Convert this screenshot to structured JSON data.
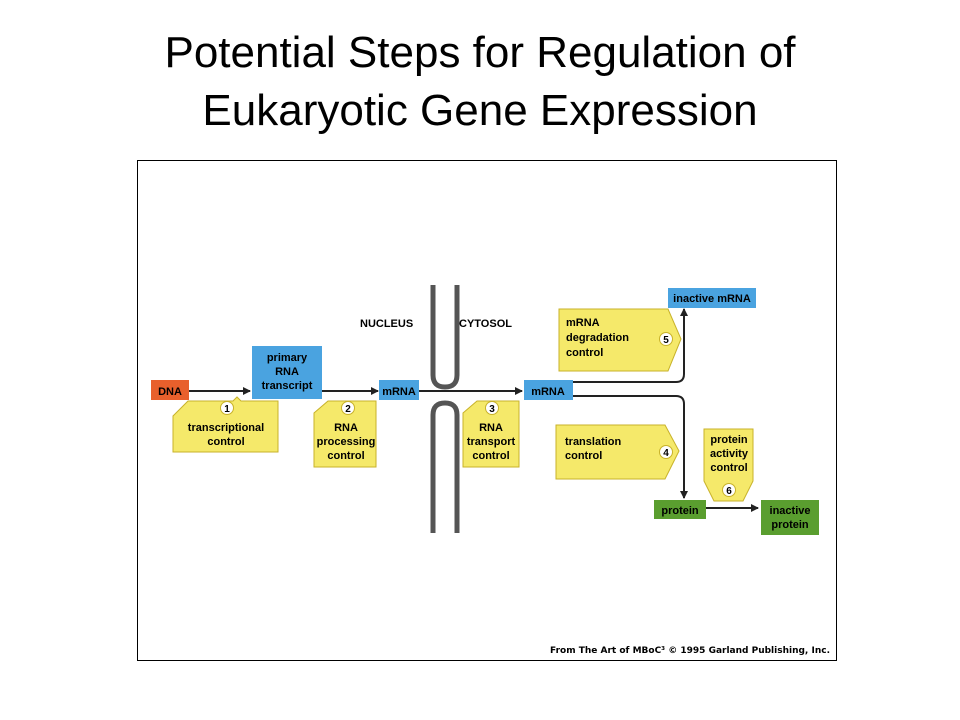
{
  "title_line1": "Potential Steps for Regulation of",
  "title_line2": "Eukaryotic Gene Expression",
  "credit": "From The Art of MBoC³ © 1995 Garland Publishing, Inc.",
  "compartments": {
    "nucleus": "NUCLEUS",
    "cytosol": "CYTOSOL"
  },
  "molecules": {
    "dna": "DNA",
    "primary_transcript": [
      "primary",
      "RNA",
      "transcript"
    ],
    "mrna_nuclear": "mRNA",
    "mrna_cytosol": "mRNA",
    "inactive_mrna": "inactive mRNA",
    "protein": "protein",
    "inactive_protein": [
      "inactive",
      "protein"
    ]
  },
  "steps": [
    {
      "number": "1",
      "lines": [
        "transcriptional",
        "control"
      ]
    },
    {
      "number": "2",
      "lines": [
        "RNA",
        "processing",
        "control"
      ]
    },
    {
      "number": "3",
      "lines": [
        "RNA",
        "transport",
        "control"
      ]
    },
    {
      "number": "4",
      "lines": [
        "translation",
        "control"
      ]
    },
    {
      "number": "5",
      "lines": [
        "mRNA",
        "degradation",
        "control"
      ]
    },
    {
      "number": "6",
      "lines": [
        "protein",
        "activity",
        "control"
      ]
    }
  ],
  "colors": {
    "dna": "#e8602c",
    "rna": "#4aa3e0",
    "protein": "#5a9e2f",
    "control": "#f5e96a",
    "membrane": "#555555"
  }
}
